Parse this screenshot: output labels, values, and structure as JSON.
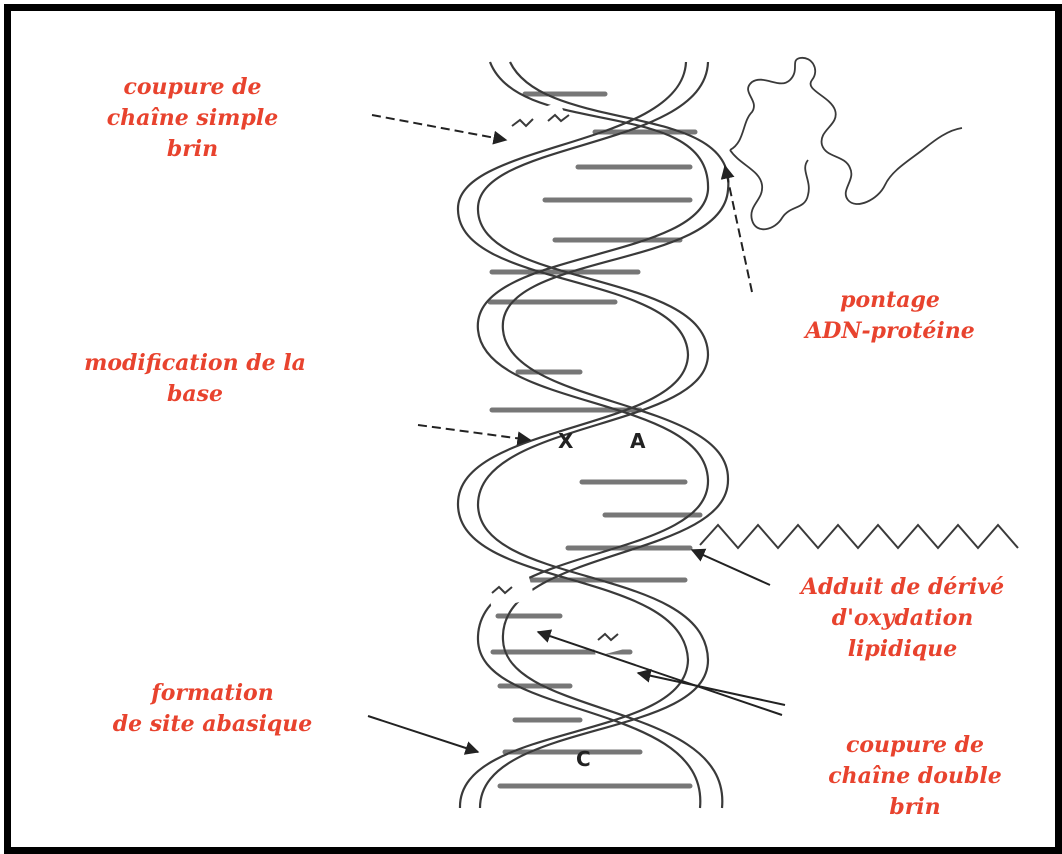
{
  "colors": {
    "label": "#e8432e",
    "frame": "#000000",
    "strand": "#3a3a3a",
    "rung": "#777777",
    "background": "#ffffff"
  },
  "labels": {
    "single_strand_break": [
      "coupure de",
      "chaîne simple",
      "brin"
    ],
    "dna_protein_crosslink": [
      "pontage",
      "ADN-protéine"
    ],
    "base_modification": [
      "modification de la",
      "base"
    ],
    "lipid_adduct": [
      "Adduit de dérivé",
      "d'oxydation",
      "lipidique"
    ],
    "abasic_site": [
      "formation",
      "de site abasique"
    ],
    "double_strand_break": [
      "coupure de",
      "chaîne double",
      "brin"
    ]
  },
  "bases": {
    "modified": "X",
    "paired": "A",
    "lower": "C"
  }
}
